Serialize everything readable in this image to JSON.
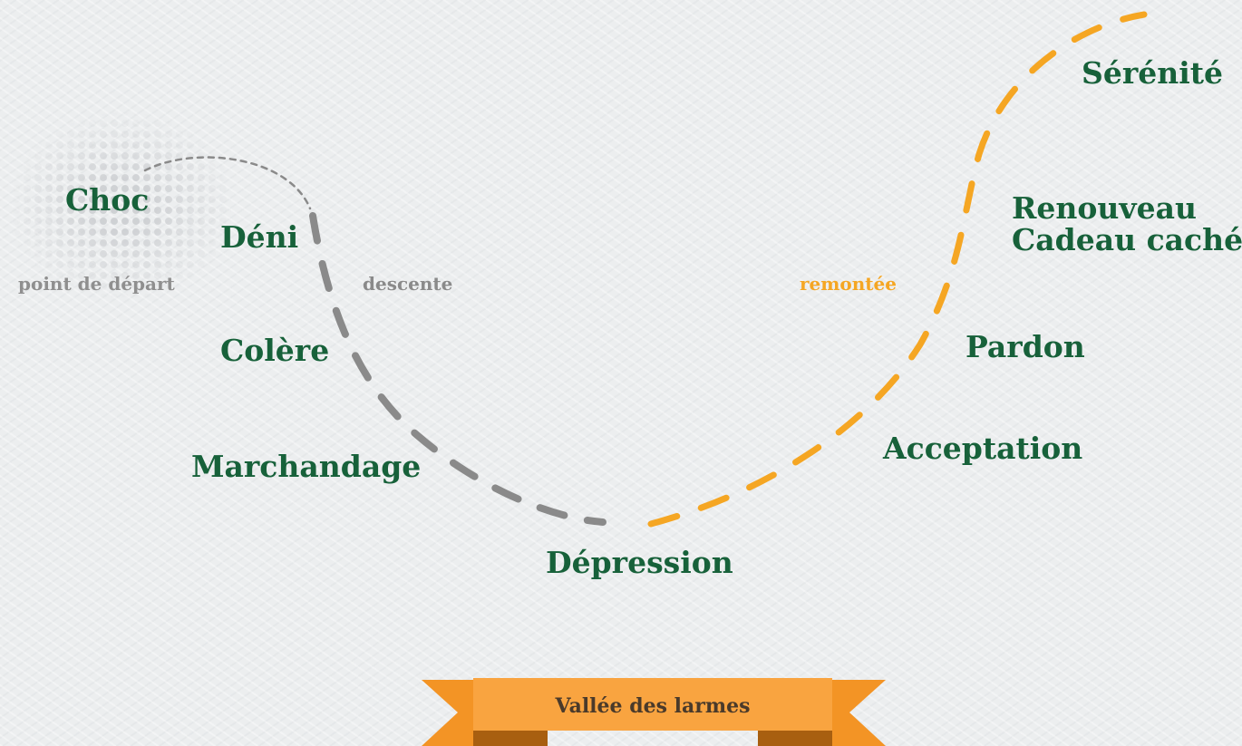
{
  "diagram": {
    "stages": [
      {
        "id": "choc",
        "label": "Choc"
      },
      {
        "id": "deni",
        "label": "Déni"
      },
      {
        "id": "colere",
        "label": "Colère"
      },
      {
        "id": "marchandage",
        "label": "Marchandage"
      },
      {
        "id": "depression",
        "label": "Dépression"
      },
      {
        "id": "acceptation",
        "label": "Acceptation"
      },
      {
        "id": "pardon",
        "label": "Pardon"
      },
      {
        "id": "renouveau",
        "label": "Renouveau"
      },
      {
        "id": "cadeau",
        "label": "Cadeau caché"
      },
      {
        "id": "serenite",
        "label": "Sérénité"
      }
    ],
    "annotations": {
      "start": "point de départ",
      "descent": "descente",
      "ascent": "remontée"
    },
    "banner": {
      "label": "Vallée des larmes"
    },
    "colors": {
      "stage_text": "#17613a",
      "descent_curve": "#8a8a8a",
      "ascent_curve": "#f5a623",
      "start_annotation": "#8f8f8f",
      "descent_annotation": "#8a8a8a",
      "ascent_annotation": "#f5a623",
      "banner_front": "#f9a440",
      "banner_tails": "#f39425",
      "banner_folds": "#a85f10",
      "dots": "#cdd0d3"
    }
  }
}
